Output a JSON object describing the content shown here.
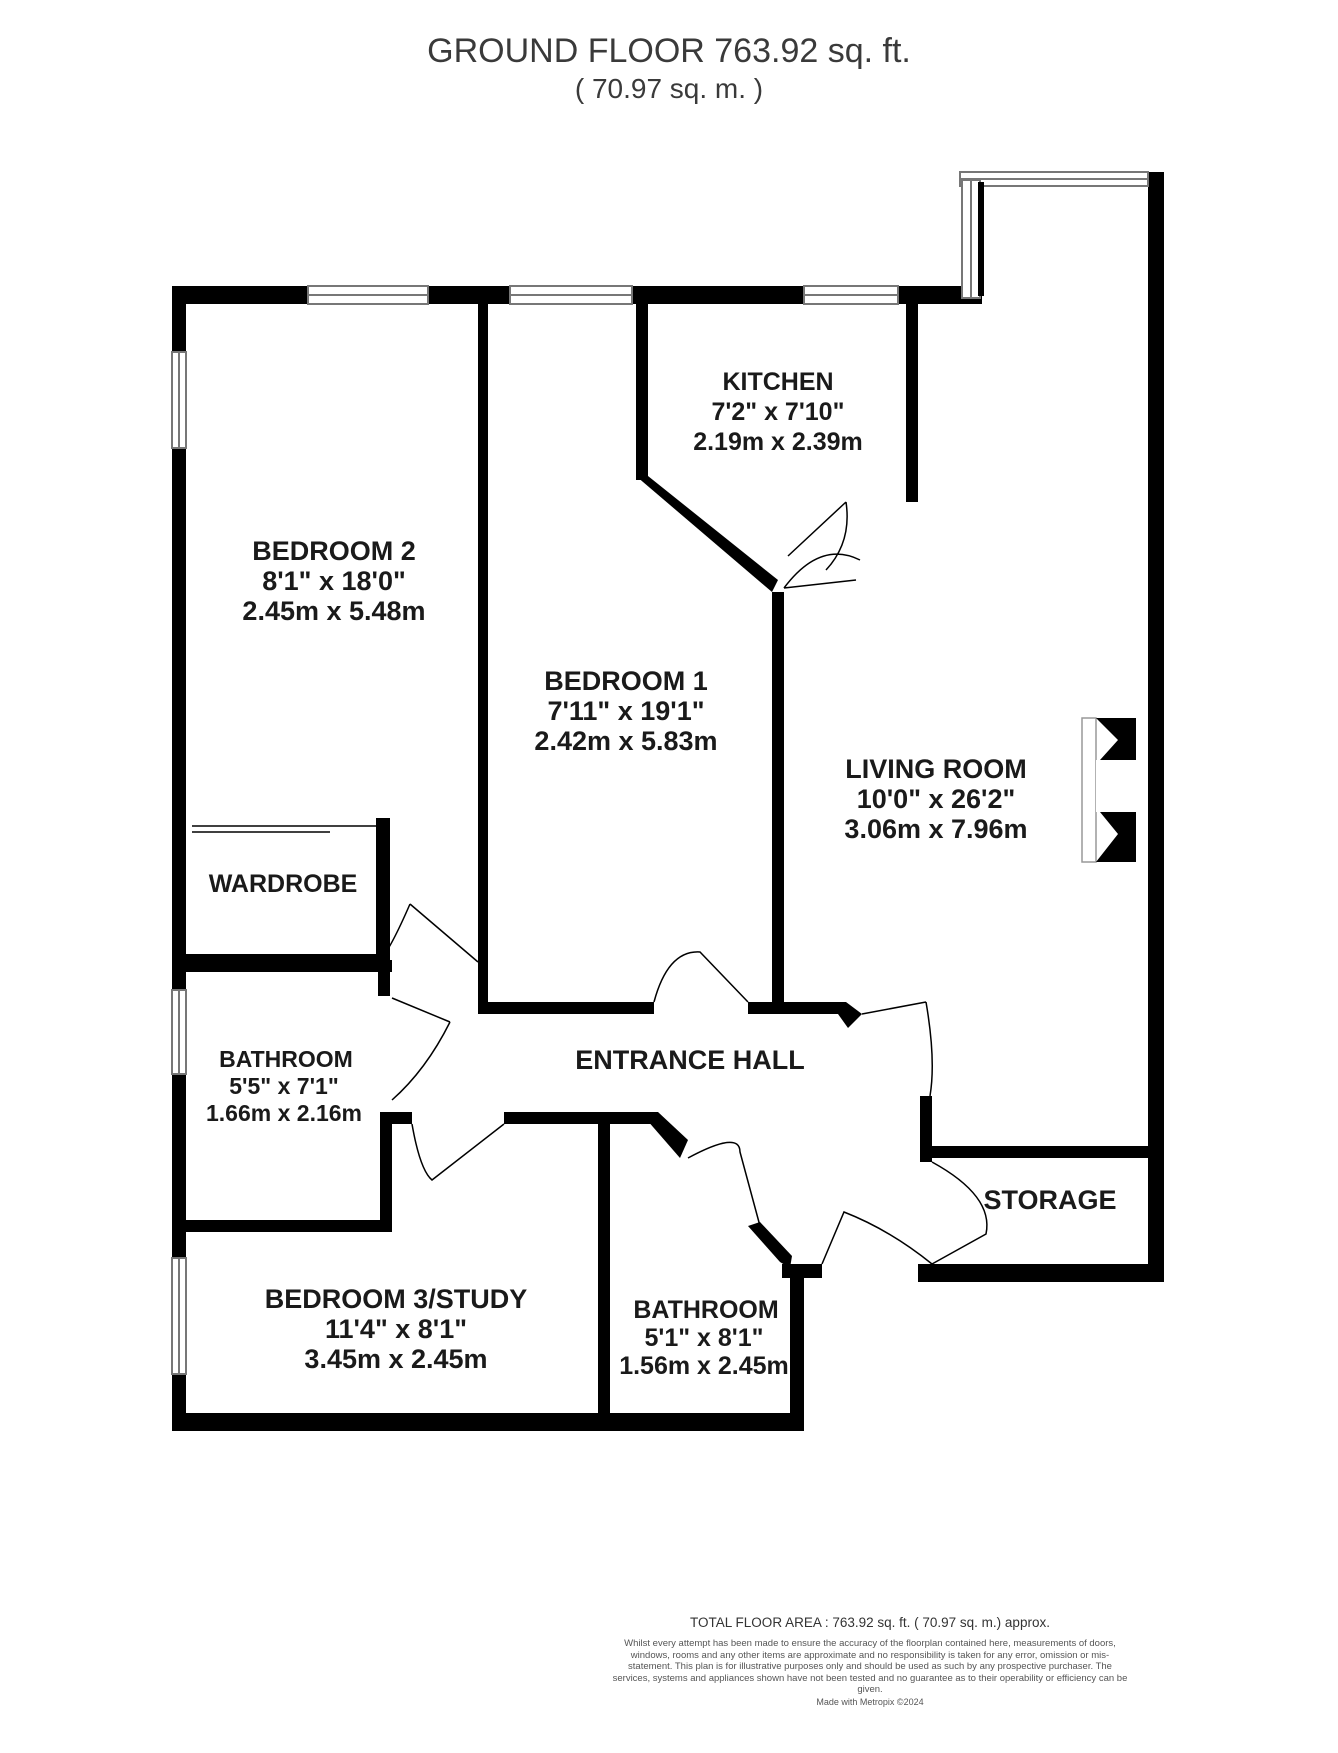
{
  "header": {
    "title": "GROUND FLOOR 763.92 sq. ft.",
    "subtitle": "( 70.97 sq. m. )"
  },
  "rooms": {
    "bedroom2": {
      "name": "BEDROOM 2",
      "imperial": "8'1\" x 18'0\"",
      "metric": "2.45m x 5.48m"
    },
    "kitchen": {
      "name": "KITCHEN",
      "imperial": "7'2\" x 7'10\"",
      "metric": "2.19m x 2.39m"
    },
    "bedroom1": {
      "name": "BEDROOM 1",
      "imperial": "7'11\" x 19'1\"",
      "metric": "2.42m x 5.83m"
    },
    "living": {
      "name": "LIVING ROOM",
      "imperial": "10'0\" x 26'2\"",
      "metric": "3.06m x 7.96m"
    },
    "wardrobe": {
      "name": "WARDROBE"
    },
    "bathroom_a": {
      "name": "BATHROOM",
      "imperial": "5'5\" x 7'1\"",
      "metric": "1.66m x 2.16m"
    },
    "hall": {
      "name": "ENTRANCE HALL"
    },
    "storage": {
      "name": "STORAGE"
    },
    "bedroom3": {
      "name": "BEDROOM 3/STUDY",
      "imperial": "11'4\" x 8'1\"",
      "metric": "3.45m x 2.45m"
    },
    "bathroom_b": {
      "name": "BATHROOM",
      "imperial": "5'1\" x 8'1\"",
      "metric": "1.56m x 2.45m"
    }
  },
  "footer": {
    "total": "TOTAL FLOOR AREA : 763.92 sq. ft. ( 70.97 sq. m.) approx.",
    "disclaimer": "Whilst every attempt has been made to ensure the accuracy of the floorplan contained here, measurements of doors, windows, rooms and any other items are approximate and no responsibility is taken for any error, omission or mis-statement. This plan is for illustrative purposes only and should be used as such by any prospective purchaser. The services, systems and appliances shown have not been tested and no guarantee as to their operability or efficiency can be given.",
    "made_with": "Made with Metropix ©2024"
  },
  "colors": {
    "wall": "#000000",
    "window_frame": "#777777",
    "text": "#1a1a1a"
  }
}
